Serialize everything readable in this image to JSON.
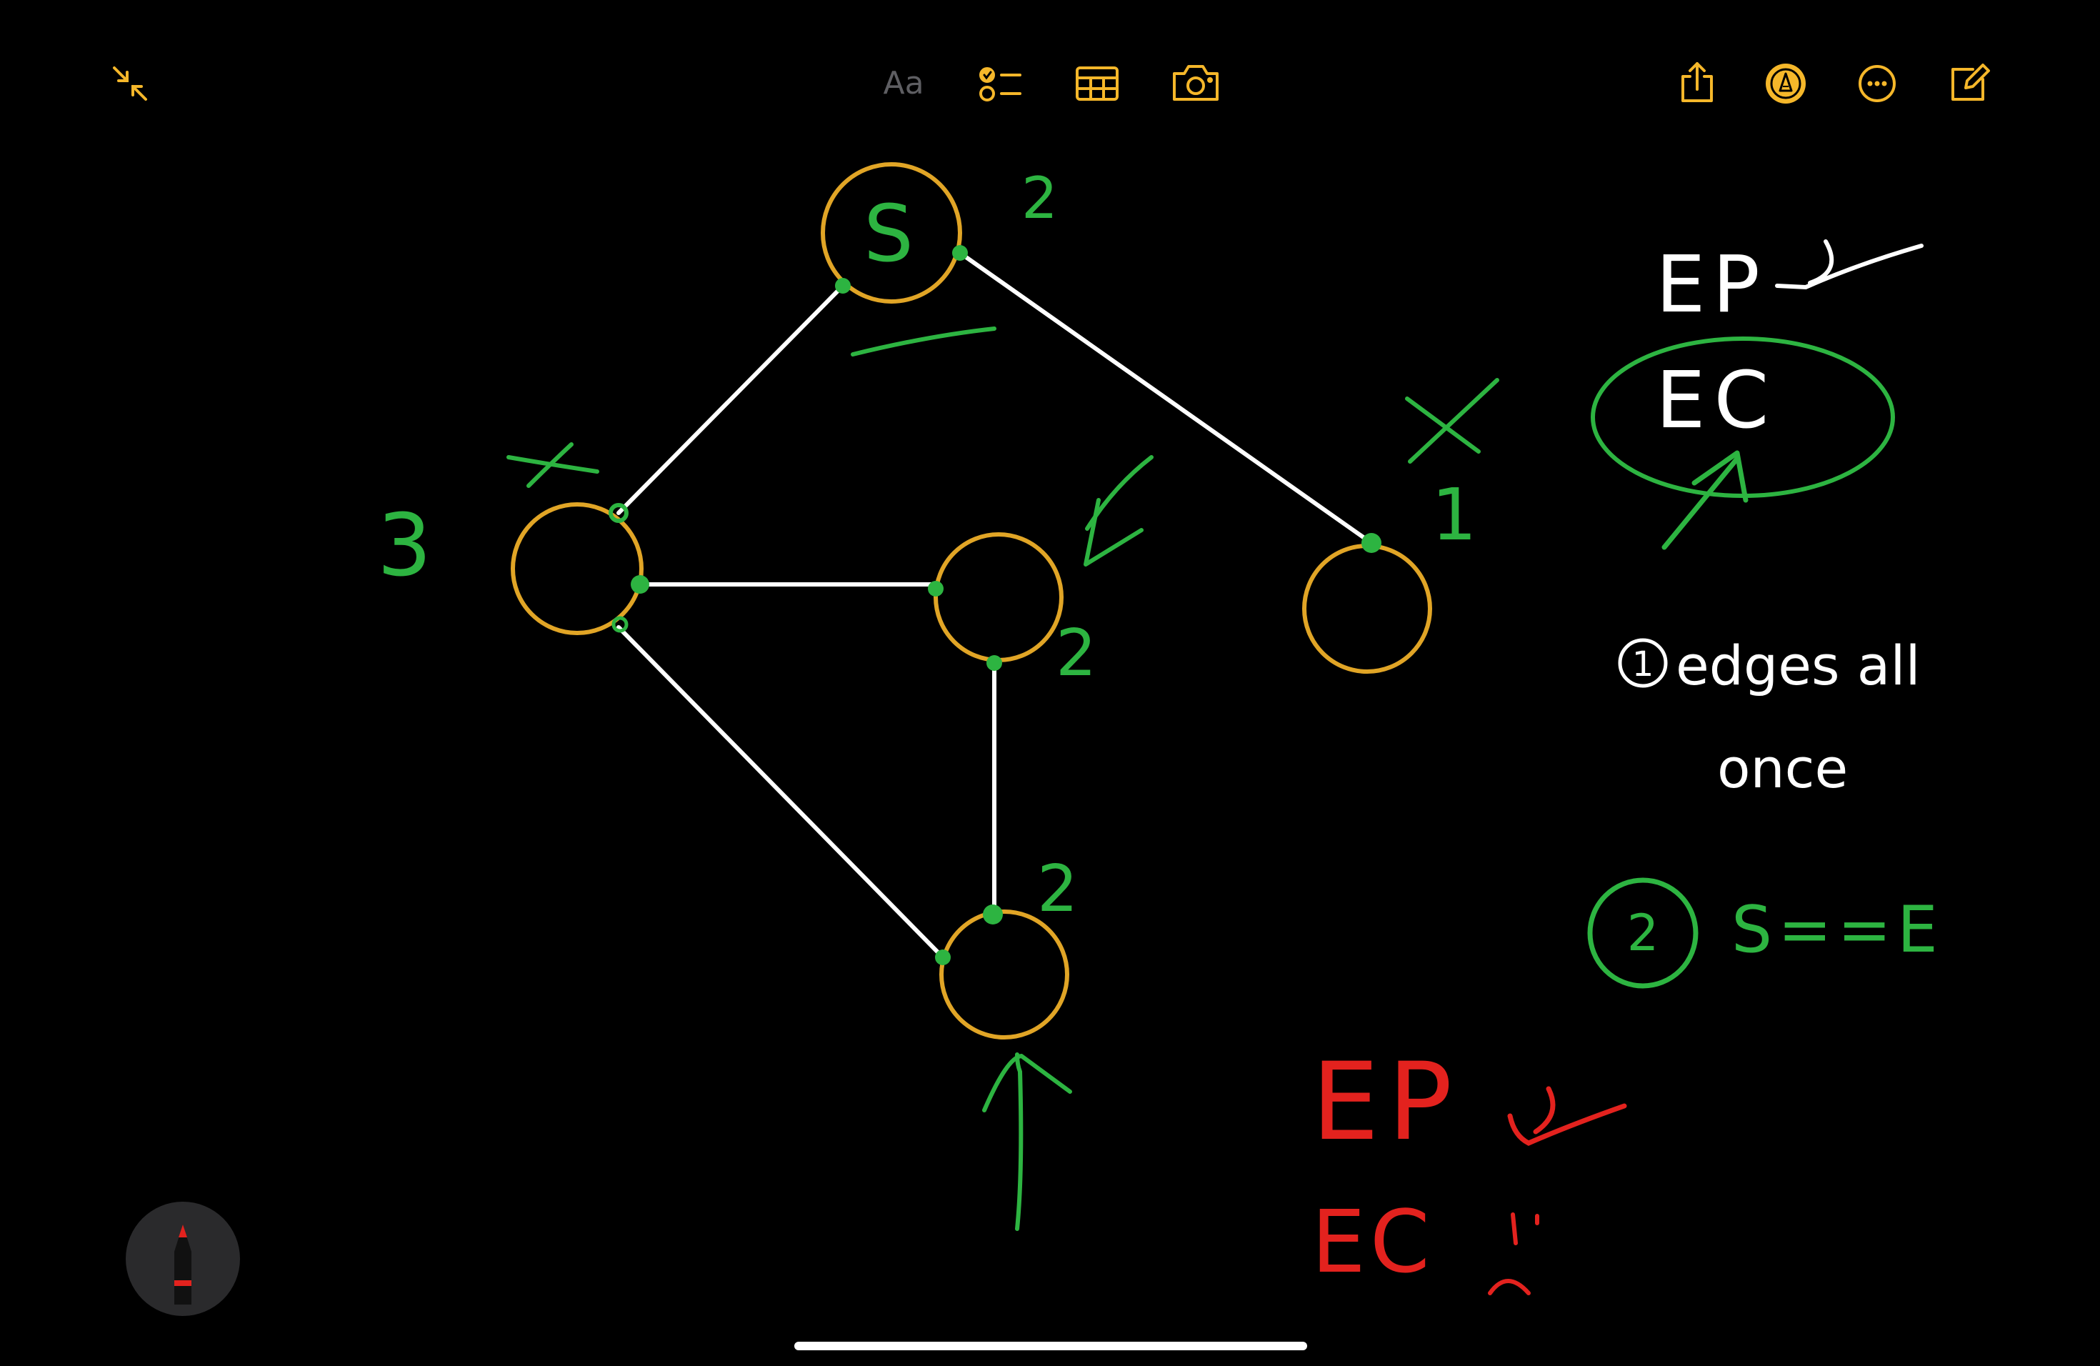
{
  "toolbar": {
    "accent_color": "#F5B72A",
    "inactive_color": "#5E5E62",
    "active_tool_bg": "#F5B72A",
    "collapse_icon": "arrows-in-icon",
    "format_label": "Aa",
    "checklist_icon": "checklist-icon",
    "table_icon": "table-icon",
    "camera_icon": "camera-icon",
    "share_icon": "share-icon",
    "markup_icon": "pen-markup-icon",
    "more_icon": "ellipsis-circle-icon",
    "compose_icon": "compose-icon"
  },
  "drawing": {
    "colors": {
      "node_stroke": "#E1A526",
      "edge": "#FFFFFF",
      "annotation_green": "#2DB441",
      "note_white": "#FFFFFF",
      "note_red": "#E3221E"
    },
    "graph": {
      "source_label": "S",
      "degree_labels": [
        "2",
        "3",
        "2",
        "1",
        "2"
      ]
    },
    "notes": {
      "ep_top": "EP",
      "ec_circled": "EC",
      "rule_one_marker": "1",
      "rule_one_line1": "edges all",
      "rule_one_line2": "once",
      "rule_two_marker": "2",
      "rule_two_text": "S==E",
      "ep_bottom": "EP",
      "ec_bottom": "EC"
    }
  },
  "pencil_tool": {
    "icon": "pencil-icon",
    "tip_color": "#E3221E"
  },
  "home_indicator": {
    "color": "#FFFFFF"
  }
}
